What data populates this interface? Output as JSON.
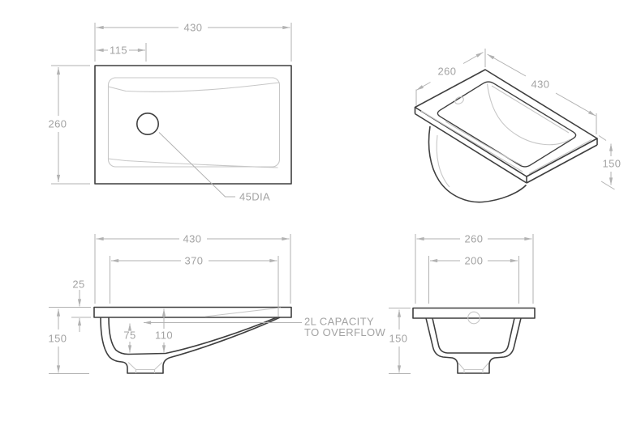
{
  "drawing": {
    "colors": {
      "background": "#ffffff",
      "outline": "#3f3f3f",
      "detail_line": "#c7c7c7",
      "dimension_line": "#b2b2b2",
      "dimension_text": "#a3a3a3"
    },
    "plan_view": {
      "width": "430",
      "drain_offset": "115",
      "depth": "260",
      "drain_diameter": "45DIA"
    },
    "isometric_view": {
      "depth": "260",
      "width": "430",
      "height": "150"
    },
    "front_section": {
      "width": "430",
      "inner_width": "370",
      "rim_thickness": "25",
      "height": "150",
      "overflow_depth": "75",
      "bowl_depth": "110",
      "note_line1": "2L CAPACITY",
      "note_line2": "TO OVERFLOW"
    },
    "side_section": {
      "width": "260",
      "inner_width": "200",
      "height": "150"
    }
  }
}
